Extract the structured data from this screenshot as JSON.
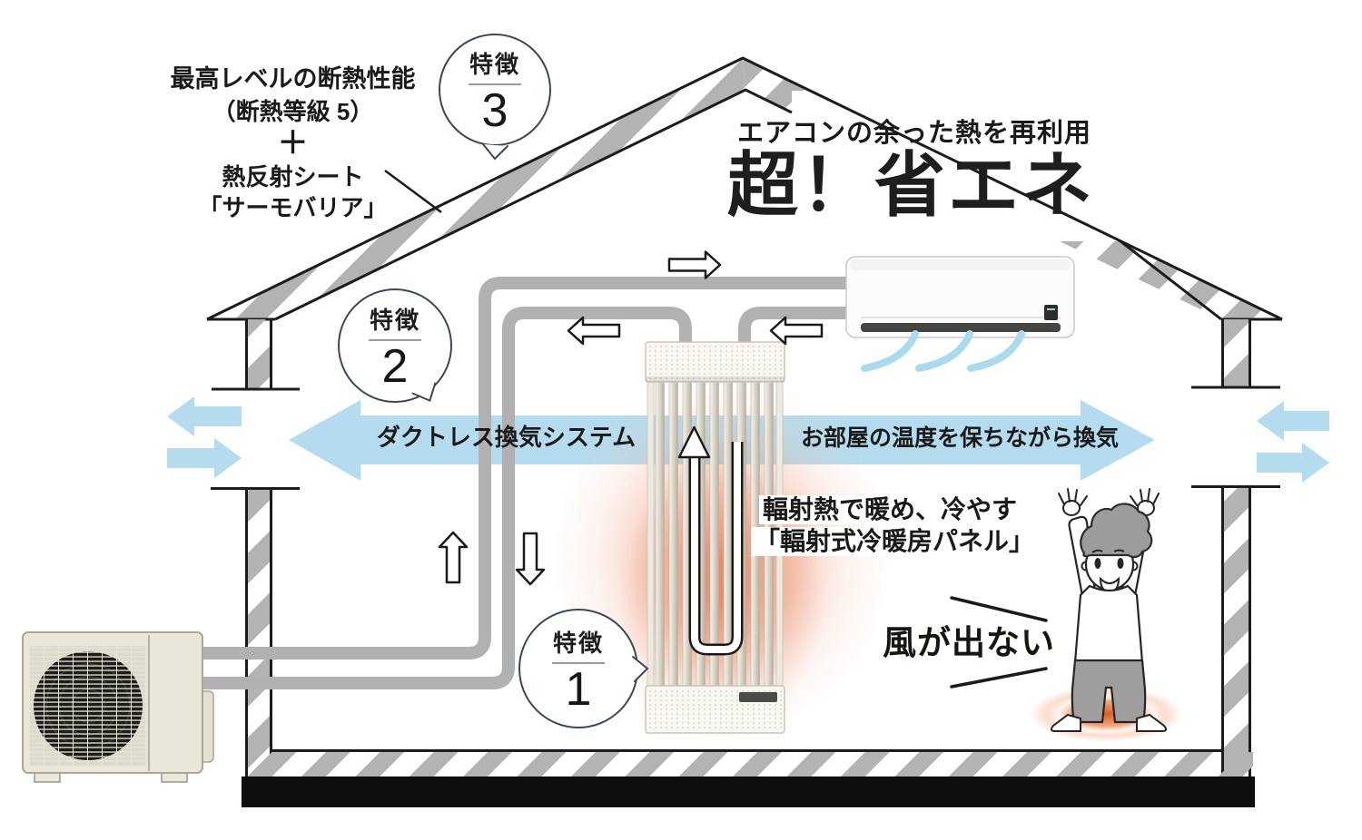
{
  "diagram": {
    "insulation_callout": {
      "line1": "最高レベルの断熱性能",
      "line2": "（断熱等級 5）",
      "plus": "＋",
      "line3": "熱反射シート",
      "line4": "「サーモバリア」"
    },
    "energy": {
      "subtitle": "エアコンの余った熱を再利用",
      "title": "超！省エネ"
    },
    "vent_band": {
      "left_label": "ダクトレス換気システム",
      "right_label": "お部屋の温度を保ちながら換気"
    },
    "panel_callout": {
      "line1": "輻射熱で暖め、冷やす",
      "line2": "「輻射式冷暖房パネル」"
    },
    "no_wind_label": "風が出ない",
    "features": [
      {
        "label": "特徴",
        "number": "1"
      },
      {
        "label": "特徴",
        "number": "2"
      },
      {
        "label": "特徴",
        "number": "3"
      }
    ],
    "colors": {
      "vent_blue": "#b5dcee",
      "pipe_gray": "#b1b1b1",
      "hatch_gray": "#b3b3b3",
      "badge_outline": "#3e4756",
      "glow_orange": "#e05a2d",
      "text_dark": "#1a1a1a"
    }
  }
}
